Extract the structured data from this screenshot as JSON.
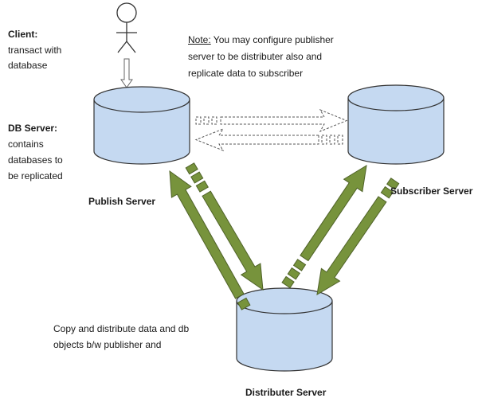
{
  "client": {
    "title": "Client:",
    "lines": [
      "transact with",
      "database"
    ]
  },
  "db_server": {
    "title": "DB Server:",
    "lines": [
      "contains",
      "databases to",
      "be replicated"
    ]
  },
  "note": {
    "prefix": "Note:",
    "line1": " You may configure publisher",
    "line2": "server to be distributer also and",
    "line3": "replicate data to subscriber"
  },
  "servers": {
    "publish": "Publish Server",
    "subscriber": "Subscriber Server",
    "distributer": "Distributer Server"
  },
  "copy_note": {
    "line1": "Copy and distribute  data and db",
    "line2": "objects b/w publisher and"
  },
  "colors": {
    "cylinder_fill": "#c5d9f1",
    "cylinder_stroke": "#333333",
    "arrow_fill": "#77933c",
    "arrow_stroke": "#4f6228",
    "dashed_stroke": "#555555"
  },
  "icons": [
    "stick-figure-icon",
    "down-arrow-icon",
    "dashed-right-arrow-icon",
    "dashed-left-arrow-icon",
    "green-arrow-icon"
  ]
}
